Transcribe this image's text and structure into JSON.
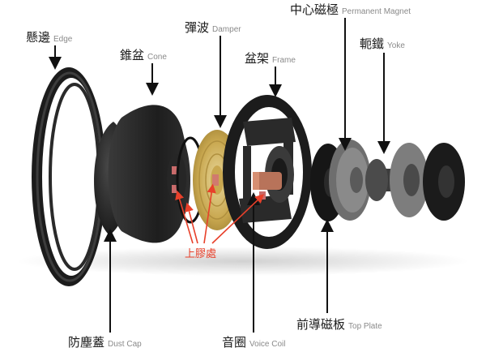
{
  "parts": {
    "edge": {
      "zh": "懸邊",
      "en": "Edge"
    },
    "cone": {
      "zh": "錐盆",
      "en": "Cone"
    },
    "damper": {
      "zh": "彈波",
      "en": "Damper"
    },
    "frame": {
      "zh": "盆架",
      "en": "Frame"
    },
    "magnet": {
      "zh": "中心磁極",
      "en": "Permanent Magnet"
    },
    "yoke": {
      "zh": "軛鐵",
      "en": "Yoke"
    },
    "top_plate": {
      "zh": "前導磁板",
      "en": "Top Plate"
    },
    "voice_coil": {
      "zh": "音圈",
      "en": "Voice Coil"
    },
    "dust_cap": {
      "zh": "防塵蓋",
      "en": "Dust Cap"
    }
  },
  "glue_points": {
    "label": "上膠處"
  },
  "colors": {
    "arrow": "#111111",
    "glue_arrow": "#e8402a",
    "label_en": "#8a8a8a"
  }
}
